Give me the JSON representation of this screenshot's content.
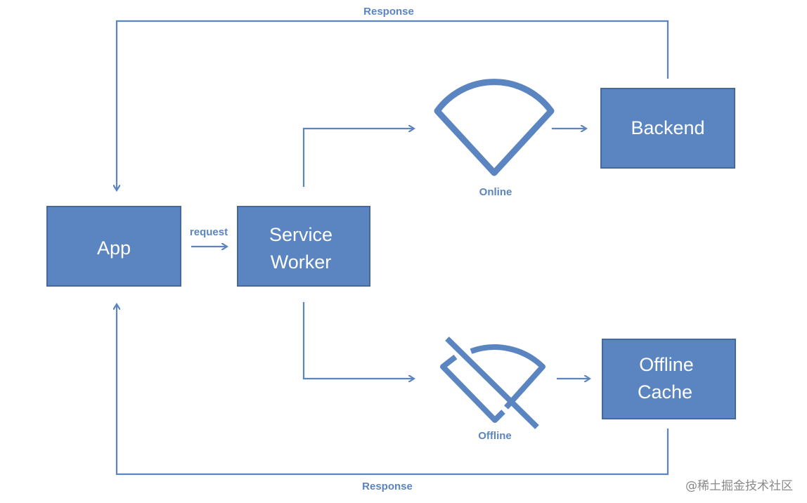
{
  "colors": {
    "primary": "#5b85c0",
    "box_border": "#46699c",
    "text_on_box": "#ffffff",
    "watermark": "#8a8a8a"
  },
  "nodes": {
    "app": "App",
    "service_worker": [
      "Service",
      "Worker"
    ],
    "backend": "Backend",
    "offline_cache": [
      "Offline",
      "Cache"
    ]
  },
  "edges": {
    "request": "request",
    "response_top": "Response",
    "response_bottom": "Response"
  },
  "icons": {
    "online": {
      "icon": "wifi-icon",
      "label": "Online"
    },
    "offline": {
      "icon": "wifi-off-icon",
      "label": "Offline"
    }
  },
  "watermark": "@稀土掘金技术社区"
}
